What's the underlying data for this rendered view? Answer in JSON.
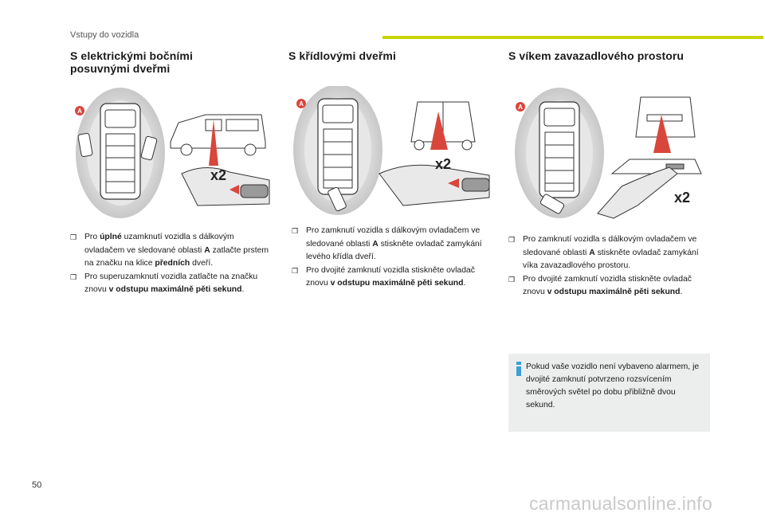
{
  "header": {
    "section": "Vstupy do vozidla",
    "accent_color": "#c8d400"
  },
  "columns": [
    {
      "title_line1": "S elektrickými bočními",
      "title_line2": "posuvnými dveřmi",
      "figure": {
        "marker": "A",
        "badge": "x2"
      },
      "b1_pre": "Pro ",
      "b1_bold1": "úplné",
      "b1_mid1": " uzamknutí vozidla s dálkovým ovladačem ve sledované oblasti ",
      "b1_bold2": "A",
      "b1_mid2": " zatlačte prstem na značku na klice ",
      "b1_bold3": "předních",
      "b1_post": " dveří.",
      "b2_pre": "Pro superuzamknutí vozidla zatlačte na značku znovu ",
      "b2_bold": "v odstupu maximálně pěti sekund",
      "b2_post": "."
    },
    {
      "title_line1": "S křídlovými dveřmi",
      "figure": {
        "marker": "A",
        "badge": "x2"
      },
      "b1_pre": "Pro zamknutí vozidla s dálkovým ovladačem ve sledované oblasti ",
      "b1_bold": "A",
      "b1_post": " stiskněte ovladač zamykání levého křídla dveří.",
      "b2_pre": "Pro dvojité zamknutí vozidla stiskněte ovladač znovu ",
      "b2_bold": "v odstupu maximálně pěti sekund",
      "b2_post": "."
    },
    {
      "title_line1": "S víkem zavazadlového prostoru",
      "figure": {
        "marker": "A",
        "badge": "x2"
      },
      "b1_pre": "Pro zamknutí vozidla s dálkovým ovladačem ve sledované oblasti ",
      "b1_bold": "A",
      "b1_post": " stiskněte ovladač zamykání víka zavazadlového prostoru.",
      "b2_pre": "Pro dvojité zamknutí vozidla stiskněte ovladač znovu ",
      "b2_bold": "v odstupu maximálně pěti sekund",
      "b2_post": "."
    }
  ],
  "bullet_glyph": "❒",
  "info": {
    "icon": "info-icon",
    "icon_color": "#3aa0d8",
    "text": "Pokud vaše vozidlo není vybaveno alarmem, je dvojité zamknutí potvrzeno rozsvícením směrových světel po dobu přibližně dvou sekund."
  },
  "page_number": "50",
  "watermark": "carmanualsonline.info"
}
